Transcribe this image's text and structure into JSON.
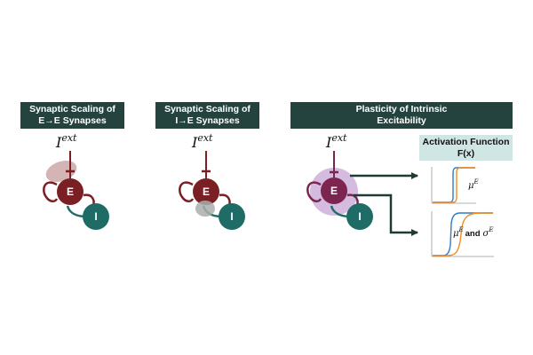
{
  "panels": [
    {
      "title_line1": "Synaptic Scaling of",
      "title_line2": "E→E Synapses",
      "node_e": "E",
      "node_i": "I",
      "input_base": "I",
      "input_sup": "ext"
    },
    {
      "title_line1": "Synaptic Scaling of",
      "title_line2": "I→E Synapses",
      "node_e": "E",
      "node_i": "I",
      "input_base": "I",
      "input_sup": "ext"
    },
    {
      "title_line1": "Plasticity of Intrinsic",
      "title_line2": "Excitability",
      "node_e": "E",
      "node_i": "I",
      "input_base": "I",
      "input_sup": "ext"
    }
  ],
  "activation": {
    "title_line1": "Activation Function",
    "title_line2": "F(x)",
    "top_label_base": "μ",
    "top_label_sup": "E",
    "bottom_label_mu": "μ",
    "bottom_label_mu_sup": "E",
    "bottom_label_and": "and",
    "bottom_label_sigma": "σ",
    "bottom_label_sigma_sup": "E"
  },
  "colors": {
    "header_bg": "#24433f",
    "activation_bg": "#cfe6e4",
    "excitatory": "#7a1f24",
    "excitatory_intrinsic": "#7b2550",
    "inhibitory": "#1f6b66",
    "highlight_ee": "#c9a1a3",
    "highlight_ie": "#a9aeab",
    "highlight_intrinsic": "#c7a4d6",
    "curve_blue": "#2e7cc4",
    "curve_orange": "#f28a1e",
    "arrow": "#1f3a36"
  }
}
